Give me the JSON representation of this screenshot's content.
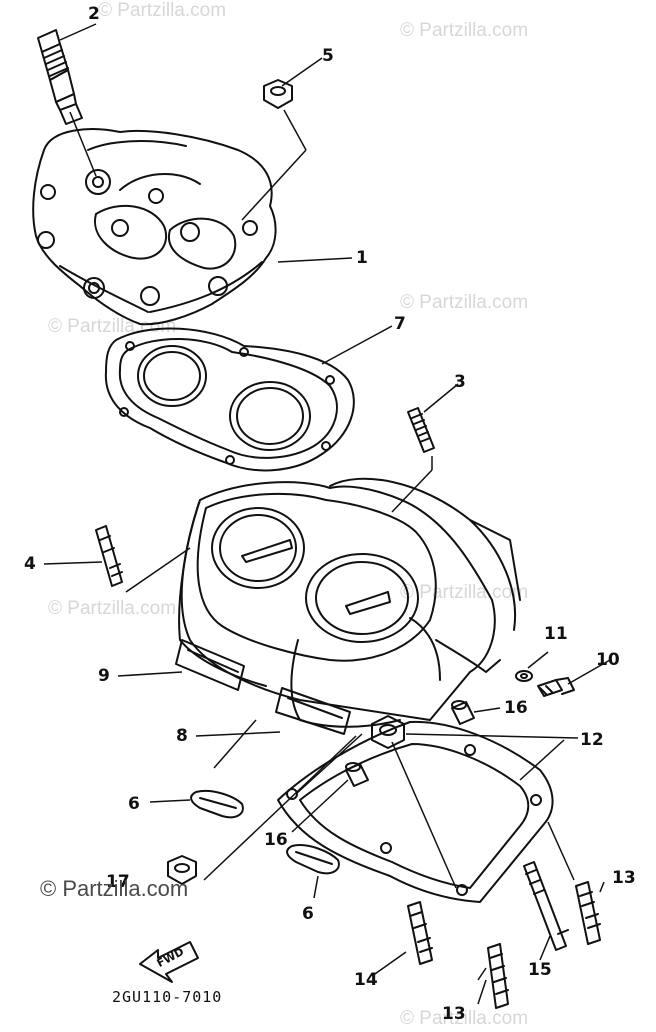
{
  "watermark": {
    "text": "© Partzilla.com",
    "bottom_text": "© Partzilla.com"
  },
  "callouts": {
    "c1": "1",
    "c2": "2",
    "c3": "3",
    "c4": "4",
    "c5": "5",
    "c6a": "6",
    "c6b": "6",
    "c7": "7",
    "c8": "8",
    "c9": "9",
    "c10": "10",
    "c11": "11",
    "c12": "12",
    "c13a": "13",
    "c13b": "13",
    "c14": "14",
    "c15": "15",
    "c16a": "16",
    "c16b": "16",
    "c17": "17"
  },
  "fwd_label": "FWD",
  "figure_code": "2GU110-7010",
  "colors": {
    "ink": "#111111",
    "watermark": "#d7d7d7"
  }
}
